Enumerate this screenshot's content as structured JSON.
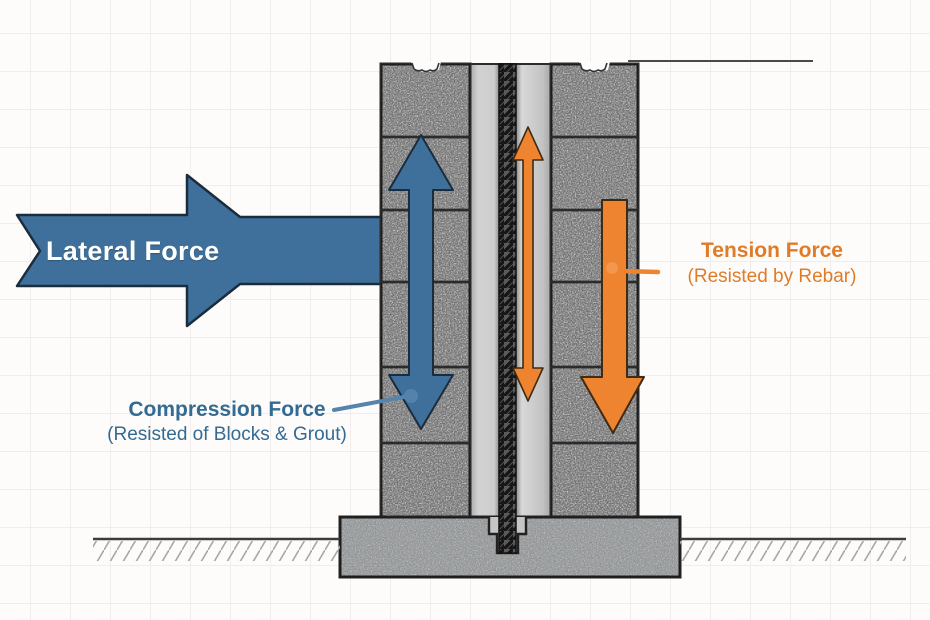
{
  "labels": {
    "lateral_force": "Lateral Force",
    "compression_title": "Compression Force",
    "compression_subtitle": "(Resisted of Blocks & Grout)",
    "tension_title": "Tension Force",
    "tension_subtitle": "(Resisted by Rebar)"
  },
  "colors": {
    "blue_arrow": "#3f709b",
    "blue_outline": "#1b2c3d",
    "blue_accent": "#5585ad",
    "blue_text": "#336b93",
    "orange_arrow": "#ee8430",
    "orange_outline": "#402a12",
    "orange_accent": "#f29a52",
    "orange_text": "#e07c28",
    "block_fill": "#cbcbcb",
    "grout_fill": "#c6c6c6",
    "outline_dark": "#2b2b2b",
    "footing_fill": "#babdbf",
    "ground_line": "#3c3c3c",
    "hatch_color": "#a8a8a8",
    "grid_line": "#f1eded",
    "background": "#fdfcfb",
    "white_text": "#ffffff"
  }
}
